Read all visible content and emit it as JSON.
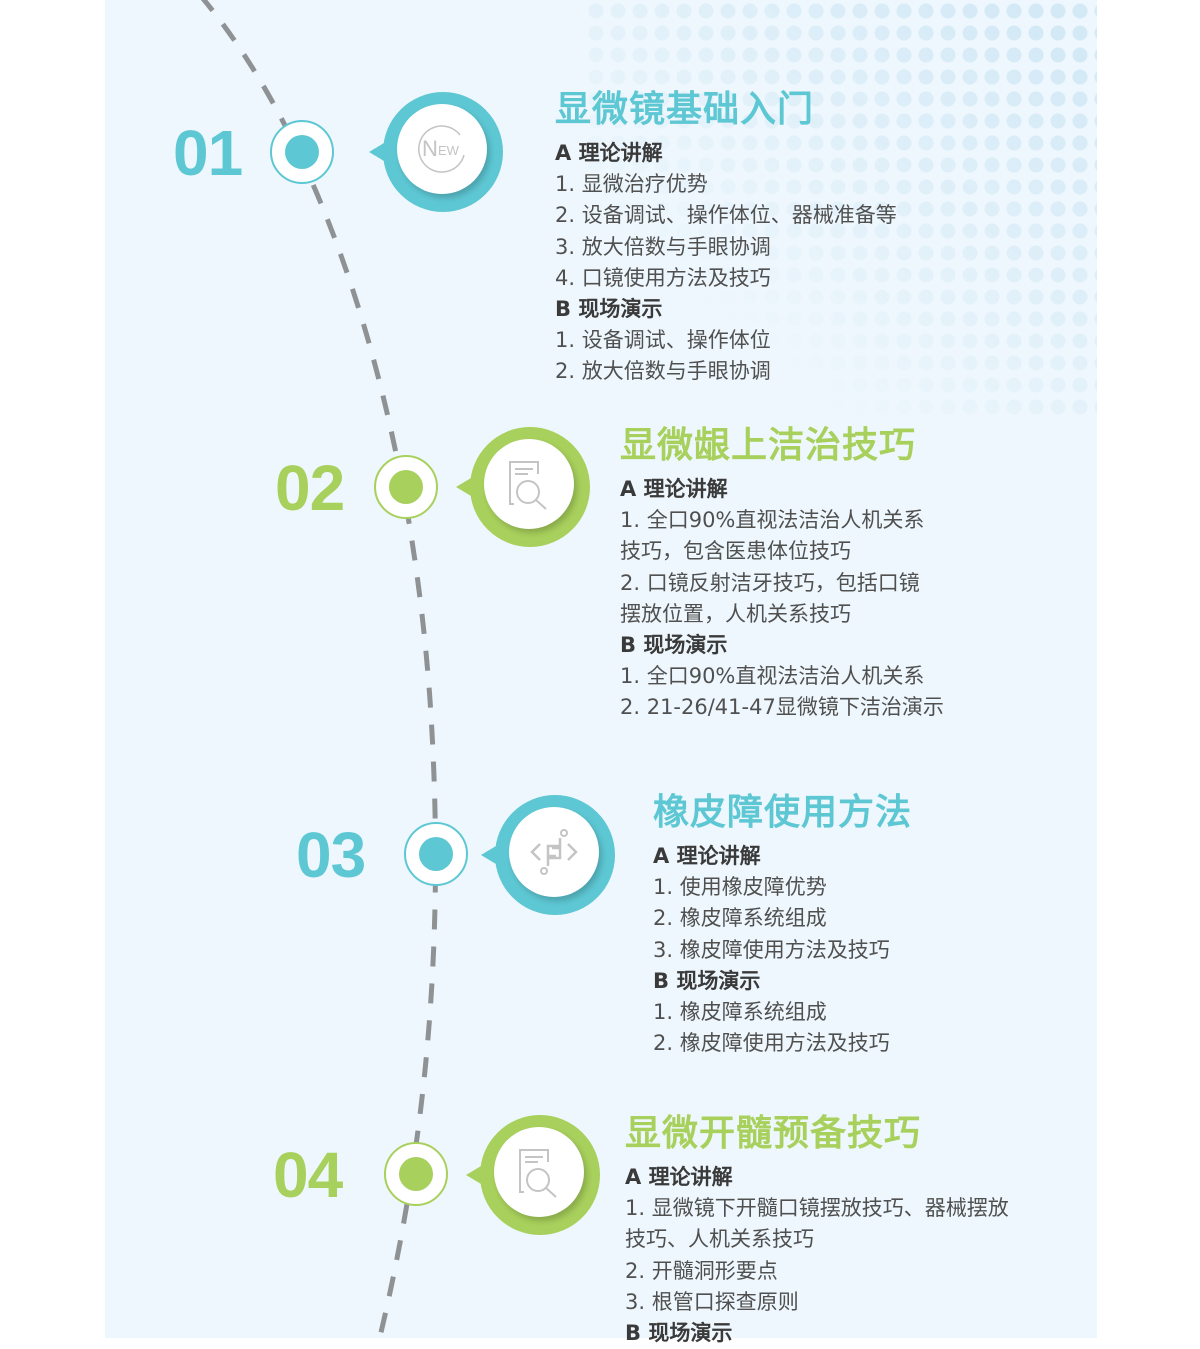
{
  "colors": {
    "teal": "#5dc7d3",
    "green": "#a8d05c",
    "panel_bg": "#eef7fd",
    "text": "#505050",
    "dash": "#8f9294"
  },
  "sections": [
    {
      "number": "01",
      "accent": "teal",
      "icon": "new-badge-icon",
      "icon_text": "NEW",
      "title": "显微镜基础入门",
      "blocks": [
        {
          "heading": "A 理论讲解",
          "items": [
            "1. 显微治疗优势",
            "2. 设备调试、操作体位、器械准备等",
            "3. 放大倍数与手眼协调",
            "4. 口镜使用方法及技巧"
          ]
        },
        {
          "heading": "B 现场演示",
          "items": [
            "1. 设备调试、操作体位",
            "2. 放大倍数与手眼协调"
          ]
        }
      ]
    },
    {
      "number": "02",
      "accent": "green",
      "icon": "document-search-icon",
      "title": "显微龈上洁治技巧",
      "blocks": [
        {
          "heading": "A 理论讲解",
          "items": [
            "1. 全口90%直视法洁治人机关系",
            "技巧，包含医患体位技巧",
            "2. 口镜反射洁牙技巧，包括口镜",
            "摆放位置，人机关系技巧"
          ]
        },
        {
          "heading": "B 现场演示",
          "items": [
            "1. 全口90%直视法洁治人机关系",
            "2. 21-26/41-47显微镜下洁治演示"
          ]
        }
      ]
    },
    {
      "number": "03",
      "accent": "teal",
      "icon": "code-link-icon",
      "title": "橡皮障使用方法",
      "blocks": [
        {
          "heading": "A 理论讲解",
          "items": [
            "1. 使用橡皮障优势",
            "2. 橡皮障系统组成",
            "3. 橡皮障使用方法及技巧"
          ]
        },
        {
          "heading": "B 现场演示",
          "items": [
            "1. 橡皮障系统组成",
            "2. 橡皮障使用方法及技巧"
          ]
        }
      ]
    },
    {
      "number": "04",
      "accent": "green",
      "icon": "document-search-icon",
      "title": "显微开髓预备技巧",
      "blocks": [
        {
          "heading": "A 理论讲解",
          "items": [
            "1. 显微镜下开髓口镜摆放技巧、器械摆放",
            "技巧、人机关系技巧",
            "2. 开髓洞形要点",
            "3. 根管口探查原则"
          ]
        },
        {
          "heading": "B 现场演示",
          "items": []
        }
      ]
    }
  ]
}
